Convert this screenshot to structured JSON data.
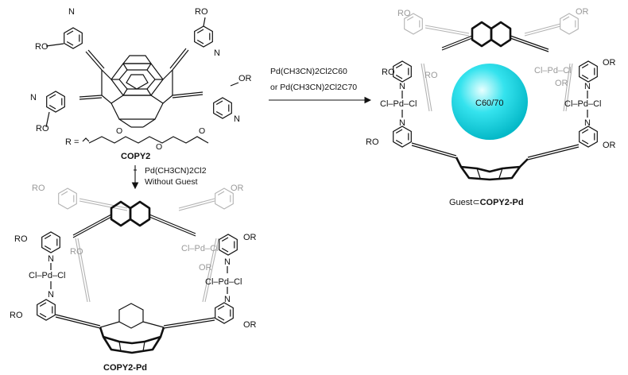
{
  "monomer": {
    "name": "COPY2",
    "substituent_label": "R =",
    "ro": "RO",
    "or": "OR",
    "n": "N"
  },
  "reaction_top": {
    "reagent_1": "Pd(CH3CN)2Cl2C60",
    "reagent_2": "or Pd(CH3CN)2Cl2C70"
  },
  "reaction_down": {
    "reagent": "Pd(CH3CN)2Cl2",
    "condition": "Without Guest"
  },
  "complex_guest": {
    "guest": "C60/70",
    "label_prefix": "Guest⊂",
    "label_name": "COPY2-Pd",
    "pd_unit": "Cl–Pd–Cl",
    "cl_left": "Cl",
    "pd": "Pd",
    "cl_right": "Cl"
  },
  "complex_empty": {
    "label_name": "COPY2-Pd",
    "cl_left": "Cl",
    "pd": "Pd",
    "cl_right": "Cl"
  },
  "colors": {
    "sphere_light": "#e8ffff",
    "sphere_mid": "#35e3ee",
    "sphere_dark": "#05b9c8",
    "faded": "#b3b3b3"
  }
}
